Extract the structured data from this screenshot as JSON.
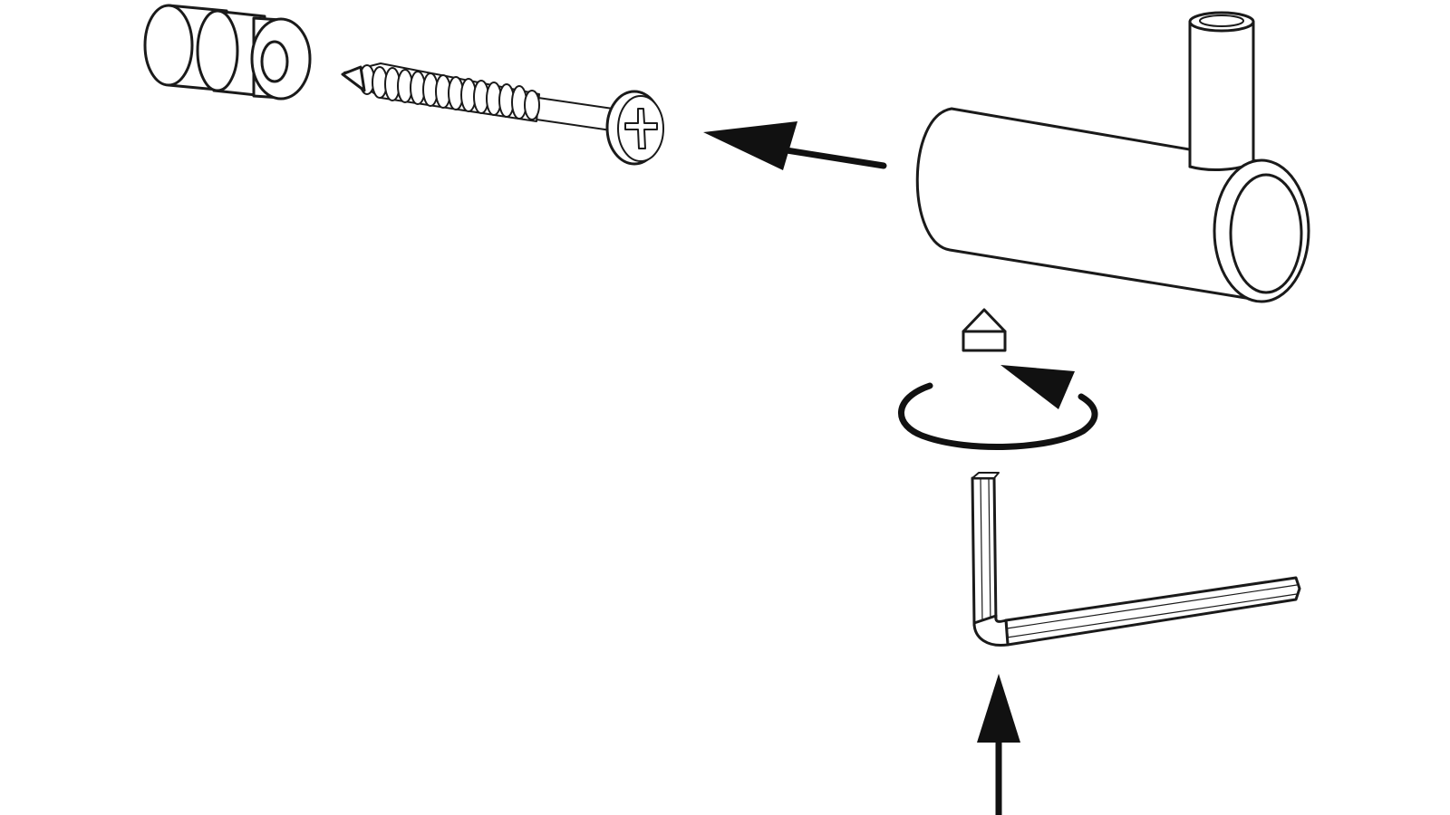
{
  "diagram": {
    "ink_color": "#111111",
    "background_color": "#ffffff",
    "parts": [
      {
        "name": "wall-anchor",
        "icon": "wall-plug-icon"
      },
      {
        "name": "screw",
        "icon": "phillips-screw-icon"
      },
      {
        "name": "hook",
        "icon": "cylindrical-hook-icon"
      },
      {
        "name": "set-screw",
        "icon": "grub-screw-icon"
      },
      {
        "name": "allen-key",
        "icon": "hex-key-icon"
      }
    ],
    "motions": [
      {
        "name": "insert-arrow",
        "icon": "left-arrow-icon"
      },
      {
        "name": "rotate-arrow",
        "icon": "rotate-clockwise-icon"
      },
      {
        "name": "push-arrow",
        "icon": "up-arrow-icon"
      }
    ]
  }
}
